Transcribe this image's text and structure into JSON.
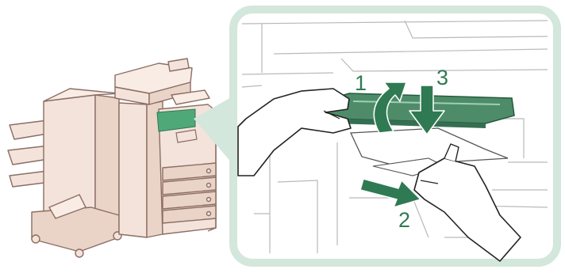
{
  "illustration": {
    "subject": "printer-paper-jam-clearing",
    "icons": [
      "printer-with-finisher-icon",
      "callout-zoom-panel",
      "hands-icon",
      "jammed-paper-icon"
    ],
    "colors": {
      "machine_fill": "#f4e3da",
      "machine_line": "#8c6e64",
      "highlight": "#4fa877",
      "arrow": "#2f7a53",
      "callout_frame": "#d3e7dc",
      "interior_line": "#b9b9b9"
    }
  },
  "steps": [
    {
      "label": "1"
    },
    {
      "label": "2"
    },
    {
      "label": "3"
    }
  ]
}
